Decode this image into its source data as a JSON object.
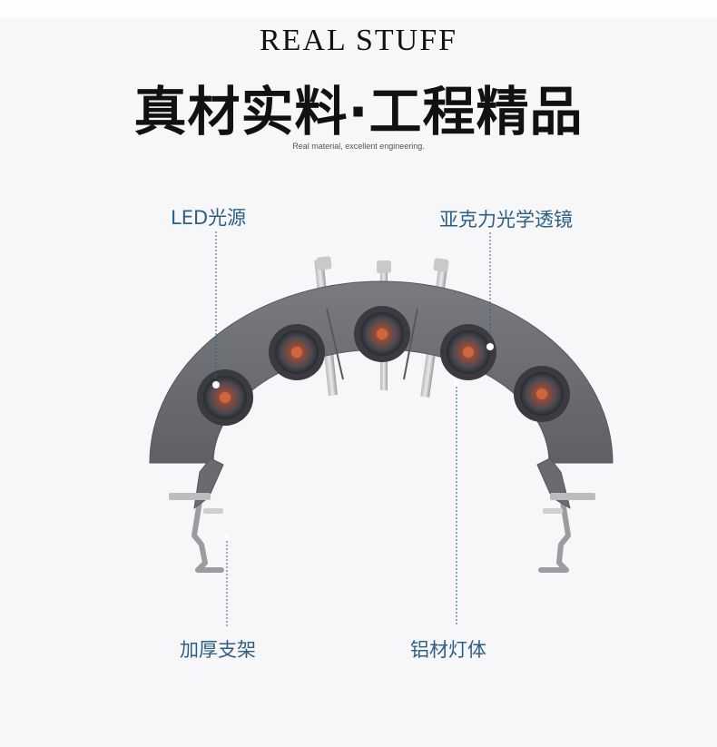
{
  "header": {
    "title_en": "REAL STUFF",
    "title_cn": "真材实料·工程精品",
    "subtitle": "Real material, excellent engineering."
  },
  "callouts": {
    "led_source": "LED光源",
    "acrylic_lens": "亚克力光学透镜",
    "thick_bracket": "加厚支架",
    "aluminum_body": "铝材灯体"
  },
  "colors": {
    "label_text": "#2b5f86",
    "body_gray": "#6e6f74",
    "background": "#f7f7f9"
  }
}
